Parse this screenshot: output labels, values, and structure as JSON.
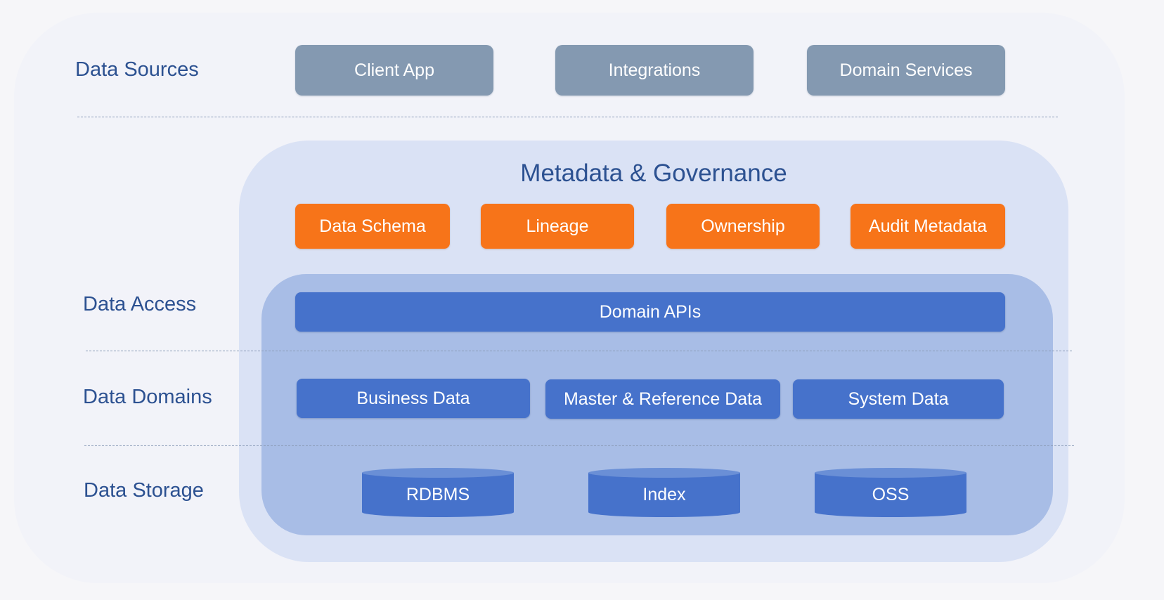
{
  "layers": {
    "sources": "Data Sources",
    "access": "Data Access",
    "domains": "Data Domains",
    "storage": "Data Storage"
  },
  "sources": [
    "Client App",
    "Integrations",
    "Domain Services"
  ],
  "governance": {
    "title": "Metadata & Governance",
    "items": [
      "Data Schema",
      "Lineage",
      "Ownership",
      "Audit Metadata"
    ]
  },
  "access": {
    "api": "Domain APIs"
  },
  "domains": [
    "Business Data",
    "Master & Reference Data",
    "System Data"
  ],
  "storage": [
    "RDBMS",
    "Index",
    "OSS"
  ],
  "colors": {
    "source_box": "#8499b1",
    "governance_box": "#f77419",
    "blue_box": "#4672cb",
    "label_text": "#2c5191",
    "governance_panel": "#dae2f5",
    "inner_panel": "#a8bde6"
  }
}
